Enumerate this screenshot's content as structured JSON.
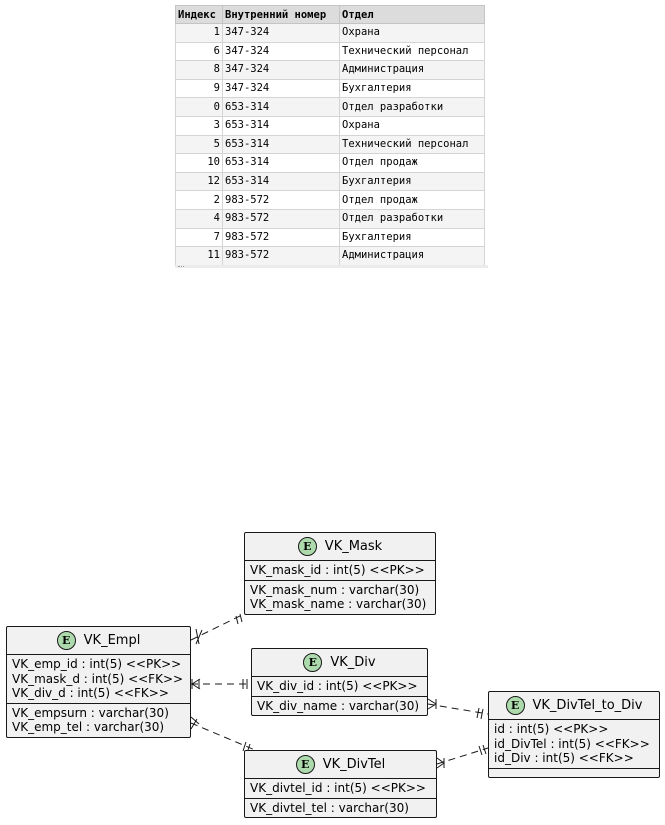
{
  "table": {
    "headers": [
      "Индекс",
      "Внутренний номер",
      "Отдел"
    ],
    "rows": [
      [
        "1",
        "347-324",
        "Охрана"
      ],
      [
        "6",
        "347-324",
        "Технический персонал"
      ],
      [
        "8",
        "347-324",
        "Администрация"
      ],
      [
        "9",
        "347-324",
        "Бухгалтерия"
      ],
      [
        "0",
        "653-314",
        "Отдел разработки"
      ],
      [
        "3",
        "653-314",
        "Охрана"
      ],
      [
        "5",
        "653-314",
        "Технический персонал"
      ],
      [
        "10",
        "653-314",
        "Отдел продаж"
      ],
      [
        "12",
        "653-314",
        "Бухгалтерия"
      ],
      [
        "2",
        "983-572",
        "Отдел продаж"
      ],
      [
        "4",
        "983-572",
        "Отдел разработки"
      ],
      [
        "7",
        "983-572",
        "Бухгалтерия"
      ],
      [
        "11",
        "983-572",
        "Администрация"
      ]
    ]
  },
  "diagram": {
    "entity_badge": "E",
    "badge_color": "#addaad",
    "entities": {
      "mask": {
        "name": "VK_Mask",
        "keys": [
          "VK_mask_id : int(5) <<PK>>"
        ],
        "attributes": [
          "VK_mask_num : varchar(30)",
          "VK_mask_name : varchar(30)"
        ]
      },
      "empl": {
        "name": "VK_Empl",
        "keys": [
          "VK_emp_id : int(5) <<PK>>",
          "VK_mask_d : int(5) <<FK>>",
          "VK_div_d : int(5) <<FK>>"
        ],
        "attributes": [
          "VK_empsurn : varchar(30)",
          "VK_emp_tel : varchar(30)"
        ]
      },
      "div": {
        "name": "VK_Div",
        "keys": [
          "VK_div_id : int(5) <<PK>>"
        ],
        "attributes": [
          "VK_div_name : varchar(30)"
        ]
      },
      "divtel": {
        "name": "VK_DivTel",
        "keys": [
          "VK_divtel_id : int(5) <<PK>>"
        ],
        "attributes": [
          "VK_divtel_tel : varchar(30)"
        ]
      },
      "divtel_to_div": {
        "name": "VK_DivTel_to_Div",
        "keys": [
          "id : int(5) <<PK>>",
          "id_DivTel : int(5) <<FK>>",
          "id_Div : int(5) <<FK>>"
        ],
        "attributes": []
      }
    }
  }
}
